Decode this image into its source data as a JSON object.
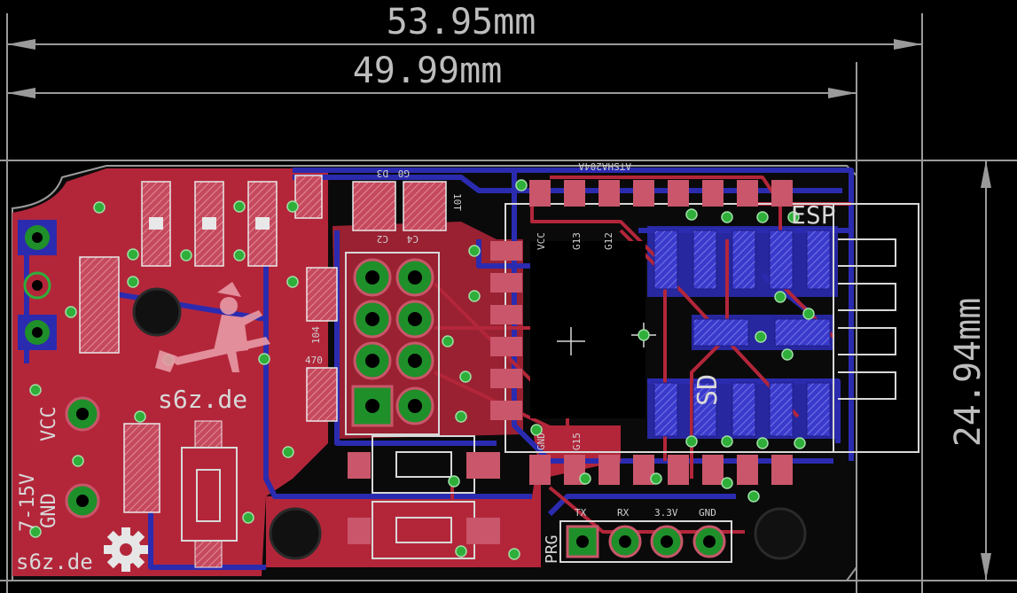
{
  "dimensions": {
    "outer_width": "53.95mm",
    "inner_width": "49.99mm",
    "height": "24.94mm"
  },
  "silkscreen": {
    "site": "s6z.de",
    "site_small": "s6z.de",
    "power_voltage": "7-15V",
    "power_gnd": "GND",
    "power_vcc": "VCC",
    "cap_470": "470",
    "res_104": "104",
    "mcu_label": "ATSHA204A",
    "mcu_vcc": "VCC",
    "mcu_g13": "G13",
    "mcu_g12": "G12",
    "mcu_gnd": "GND",
    "mcu_g15": "G15",
    "sd_label": "SD",
    "esp_label": "ESP",
    "d3": "D3",
    "g0": "G0",
    "prog": "PRG",
    "header_tx": "TX",
    "header_rx": "RX",
    "header_33v": "3.3V",
    "header_gnd": "GND",
    "comp_10t": "10T",
    "comp_c2": "C2",
    "comp_c4": "C4"
  },
  "colors": {
    "background": "#000000",
    "top_copper": "#b3263a",
    "bottom_copper": "#2b2bb0",
    "pad": "#c9566a",
    "via_ring": "#2fae3a",
    "silk": "#d8d8d8",
    "dimension": "#9a9a9a"
  },
  "icons": {
    "logo": "witch-on-broom-icon",
    "gear": "gear-icon"
  }
}
